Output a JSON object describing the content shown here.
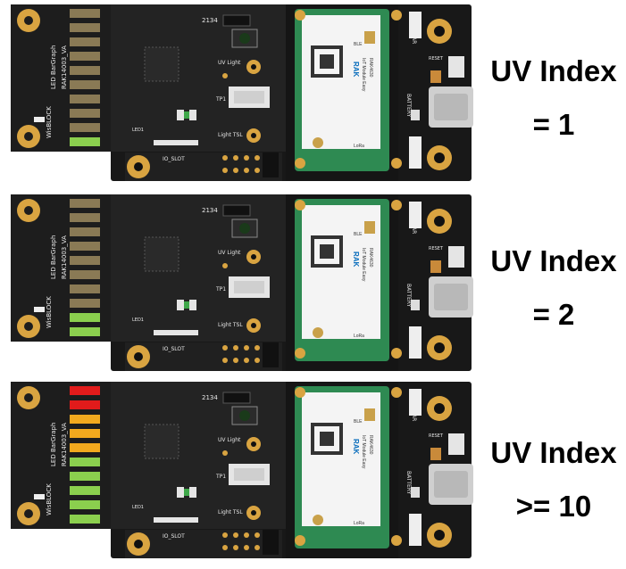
{
  "boards": [
    {
      "caption_line1": "UV Index",
      "caption_line2": "= 1",
      "led_colors": [
        "#8a7a55",
        "#8a7a55",
        "#8a7a55",
        "#8a7a55",
        "#8a7a55",
        "#8a7a55",
        "#8a7a55",
        "#8a7a55",
        "#8a7a55",
        "#8bcf4e"
      ]
    },
    {
      "caption_line1": "UV Index",
      "caption_line2": "= 2",
      "led_colors": [
        "#8a7a55",
        "#8a7a55",
        "#8a7a55",
        "#8a7a55",
        "#8a7a55",
        "#8a7a55",
        "#8a7a55",
        "#8a7a55",
        "#8bcf4e",
        "#8bcf4e"
      ]
    },
    {
      "caption_line1": "UV Index",
      "caption_line2": ">= 10",
      "led_colors": [
        "#e11b1b",
        "#e11b1b",
        "#f2a91e",
        "#f2a91e",
        "#f2a91e",
        "#8bcf4e",
        "#8bcf4e",
        "#8bcf4e",
        "#8bcf4e",
        "#8bcf4e"
      ]
    }
  ],
  "silkscreen": {
    "bargraph_title": "LED BarGraph",
    "bargraph_model": "RAK14003_VA",
    "wisblock_logo": "WisBLOCK",
    "uv_light": "UV Light",
    "light_tsl": "Light TSL",
    "io_slot": "IO_SLOT",
    "led1": "LED1",
    "tp1": "TP1",
    "module_brand": "RAK",
    "module_line1": "IoT Module Easy",
    "module_line2": "RAK4630",
    "ble": "BLE",
    "lora": "LoRa",
    "solar": "SOLAR",
    "battery": "BATTERY",
    "reset": "RESET",
    "code": "2134"
  }
}
